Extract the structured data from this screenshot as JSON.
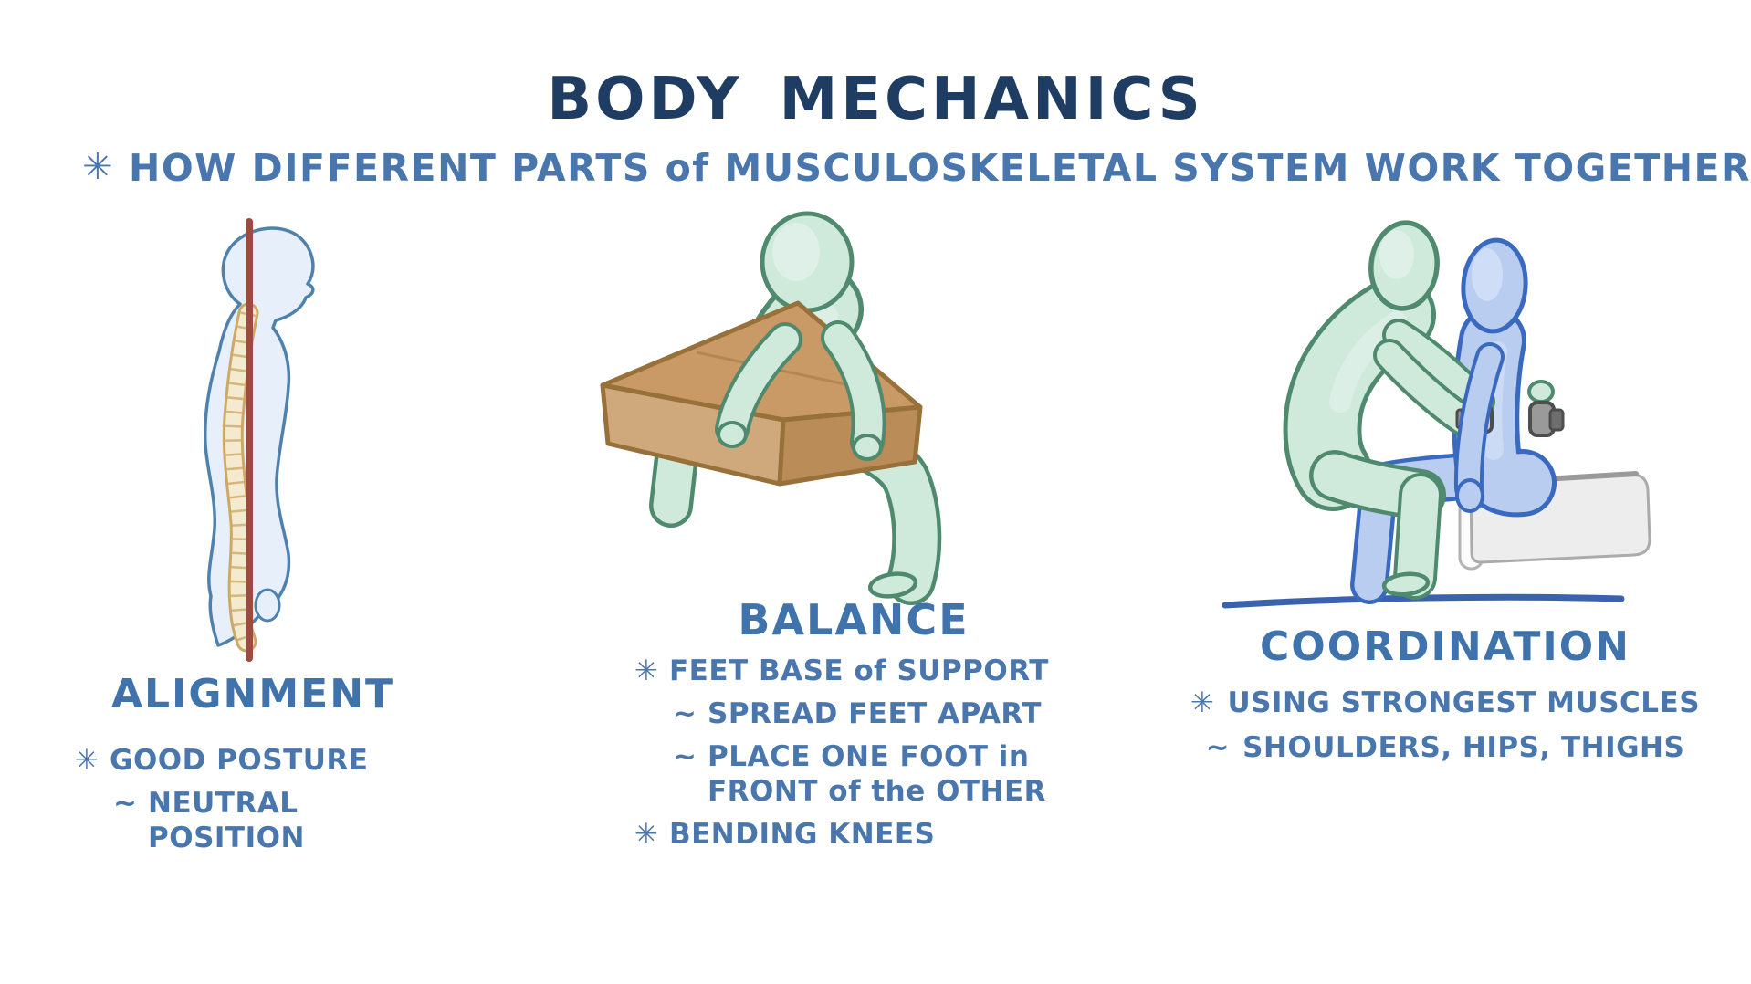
{
  "page": {
    "title": "BODY MECHANICS",
    "subtitle_marker": "✳",
    "subtitle": "HOW DIFFERENT PARTS of MUSCULOSKELETAL SYSTEM WORK TOGETHER"
  },
  "sections": [
    {
      "id": "alignment",
      "heading": "ALIGNMENT",
      "figure_icon": "person-side-profile-with-spine-and-plumb-line",
      "items": [
        {
          "marker": "✳",
          "text": "GOOD POSTURE"
        },
        {
          "marker": "~",
          "text": "NEUTRAL POSITION"
        }
      ]
    },
    {
      "id": "balance",
      "heading": "BALANCE",
      "figure_icon": "person-lifting-box-with-bent-knees",
      "items": [
        {
          "marker": "✳",
          "text": "FEET BASE of SUPPORT"
        },
        {
          "marker": "~",
          "text": "SPREAD FEET APART"
        },
        {
          "marker": "~",
          "text": "PLACE ONE FOOT in\nFRONT of the OTHER"
        },
        {
          "marker": "✳",
          "text": "BENDING KNEES"
        }
      ]
    },
    {
      "id": "coordination",
      "heading": "COORDINATION",
      "figure_icon": "caregiver-assisting-patient-with-gait-belt-on-bed",
      "items": [
        {
          "marker": "✳",
          "text": "USING STRONGEST MUSCLES"
        },
        {
          "marker": "~",
          "text": "SHOULDERS, HIPS, THIGHS"
        }
      ]
    }
  ],
  "colors": {
    "title_navy": "#1f3d63",
    "text_blue": "#4a76ae",
    "plumb_line_red": "#9c4a42",
    "spine_cream": "#f4ead0",
    "spine_outline": "#cda967",
    "alignment_body_fill": "#e7effa",
    "alignment_body_outline": "#4f81ad",
    "green_figure_fill": "#cfe9da",
    "green_figure_outline": "#4f8a6e",
    "blue_figure_fill": "#b9cdf0",
    "blue_figure_outline": "#3a6abf",
    "box_brown": "#c99a66",
    "box_outline": "#97703a",
    "bed_gray": "#ededed",
    "belt_gray": "#9a9a9a",
    "floor_line_blue": "#3a62ad"
  }
}
